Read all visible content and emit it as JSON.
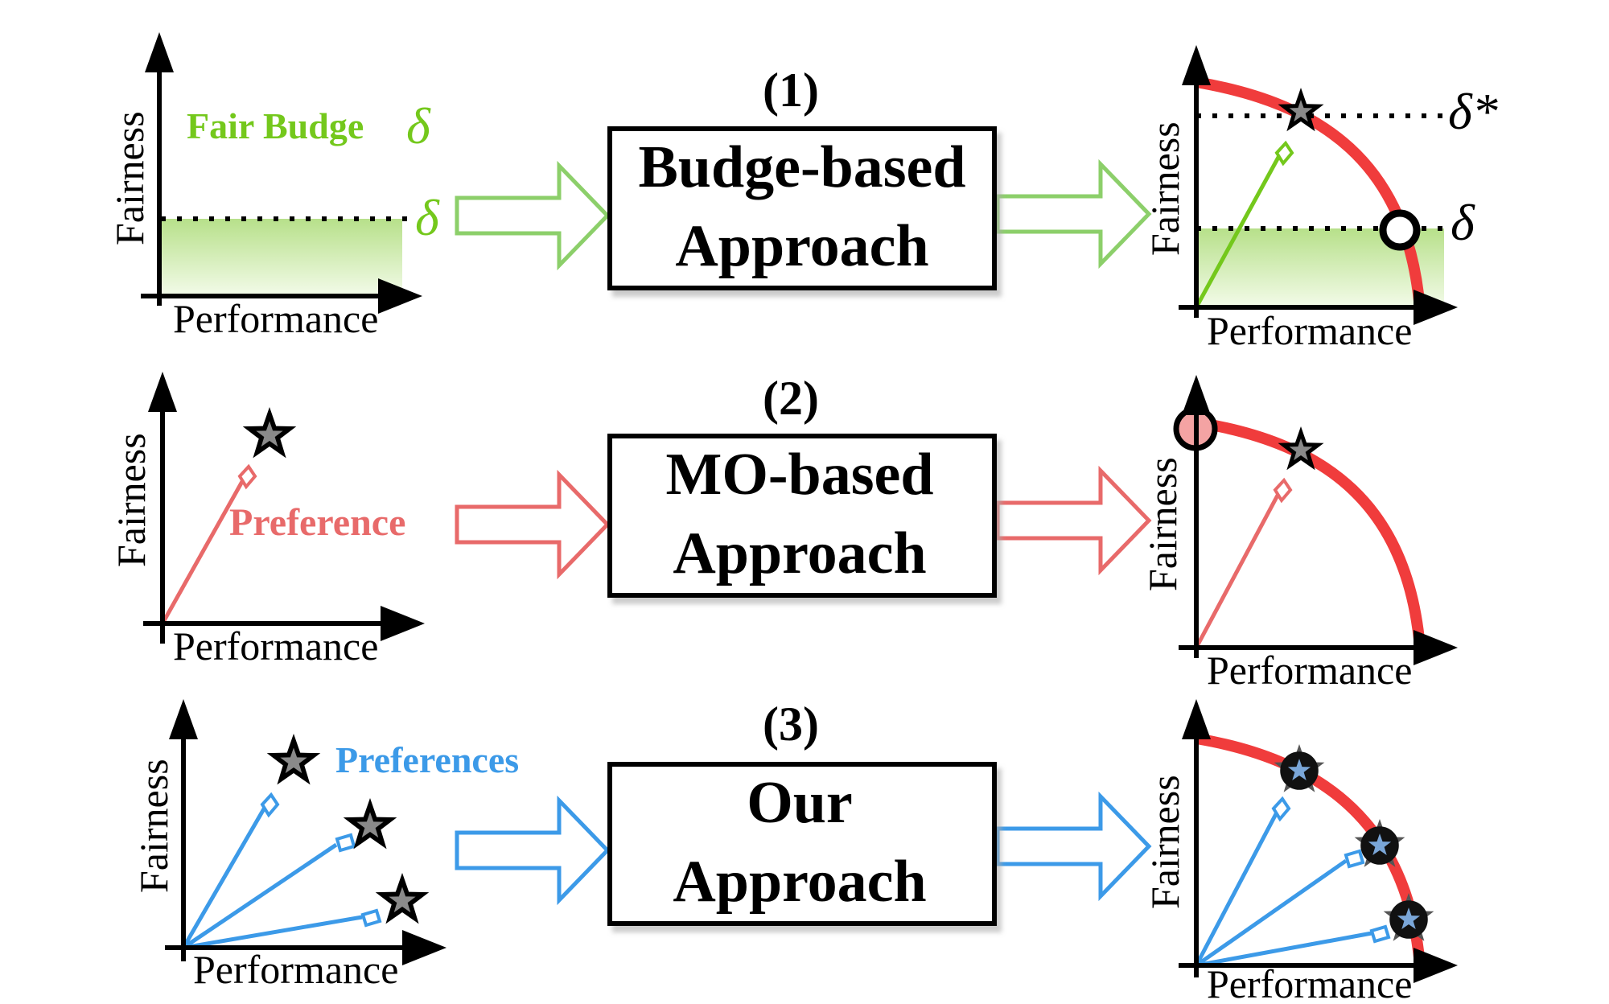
{
  "axes": {
    "x_label": "Performance",
    "y_label": "Fairness"
  },
  "rows": [
    {
      "step": "(1)",
      "box_line1": "Budge-based",
      "box_line2": "Approach",
      "input_label": "Fair Budge",
      "input_delta": "δ",
      "threshold_delta": "δ",
      "opt_delta": "δ*",
      "color": "#8ccf6a"
    },
    {
      "step": "(2)",
      "box_line1": "MO-based",
      "box_line2": "Approach",
      "input_label": "Preference",
      "color": "#e86a6a"
    },
    {
      "step": "(3)",
      "box_line1": "Our",
      "box_line2": "Approach",
      "input_label": "Preferences",
      "color": "#3c9ae8"
    }
  ],
  "colors": {
    "green": "#74c81c",
    "red_front": "#f03c3c",
    "red_line": "#e86a6a",
    "blue": "#3c9ae8"
  }
}
